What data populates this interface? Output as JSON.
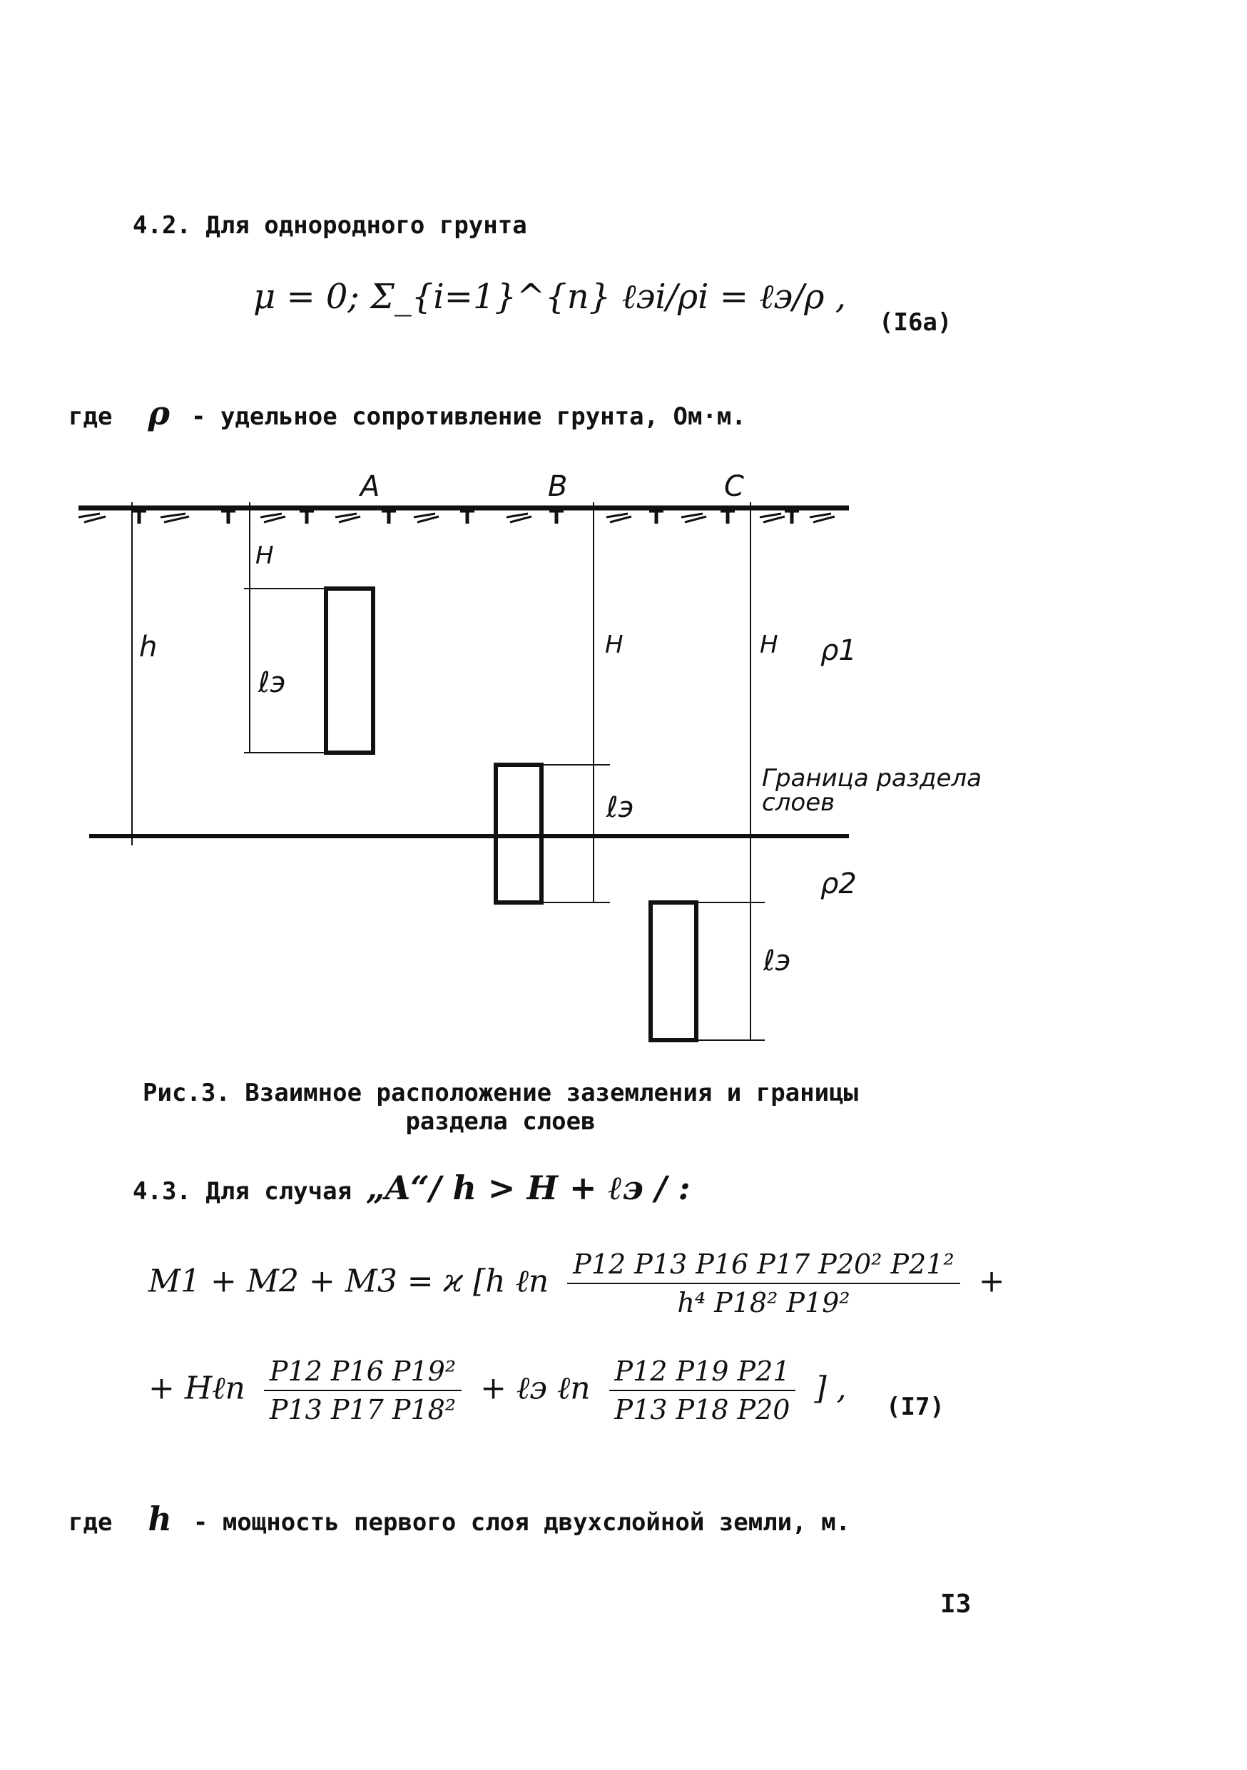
{
  "section_4_2": {
    "heading": "4.2. Для однородного грунта",
    "formula": "μ = 0;   Σ_{i=1}^{n} ℓэi/ρi = ℓэ/ρ ,",
    "equation_number": "(I6a)",
    "where_label": "где",
    "where_symbol": "ρ",
    "where_text": "- удельное сопротивление грунта, Ом·м."
  },
  "figure": {
    "label_a": "A",
    "label_b": "B",
    "label_c": "C",
    "label_h_layer": "h",
    "label_H_a": "H",
    "label_le_a": "ℓэ",
    "label_H_b": "H",
    "label_le_b": "ℓэ",
    "label_H_c": "H",
    "label_le_c": "ℓэ",
    "label_rho1": "ρ1",
    "label_rho2": "ρ2",
    "boundary_label_line1": "Граница раздела",
    "boundary_label_line2": "слоев",
    "caption_line1": "Рис.3. Взаимное расположение заземления и границы",
    "caption_line2": "раздела слоев"
  },
  "section_4_3": {
    "heading": "4.3. Для случая",
    "condition": "„A“/ h > H + ℓэ / :",
    "line1_lhs": "M1 + M2 + M3 = ϰ [h ℓn",
    "line1_num": "P12 P13 P16 P17 P20² P21²",
    "line1_den": "h⁴ P18² P19²",
    "line1_tail": "+",
    "line2_head": "+ Hℓn",
    "line2_frac1_num": "P12 P16 P19²",
    "line2_frac1_den": "P13 P17 P18²",
    "line2_mid": "+ ℓэ ℓn",
    "line2_frac2_num": "P12 P19 P21",
    "line2_frac2_den": "P13 P18 P20",
    "line2_tail": "] ,",
    "equation_number": "(I7)",
    "where_label": "где",
    "where_symbol": "h",
    "where_text": "- мощность первого слоя двухслойной земли, м."
  },
  "page_number": "I3"
}
